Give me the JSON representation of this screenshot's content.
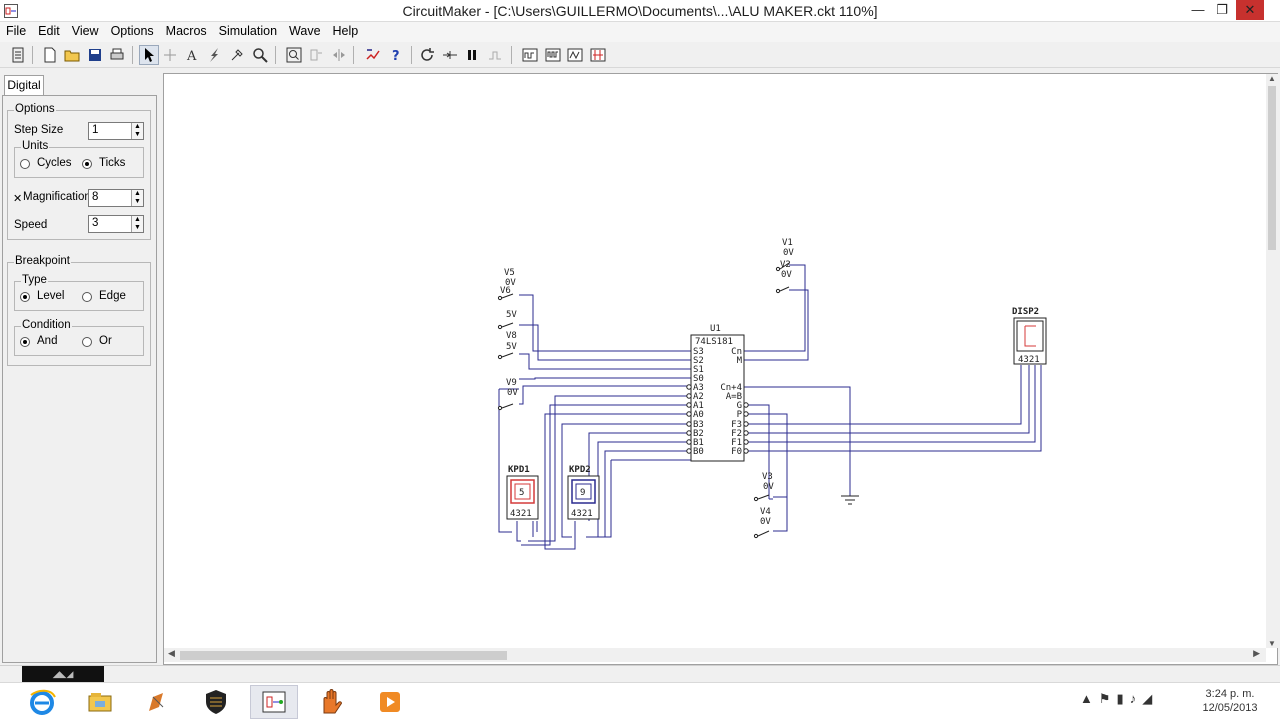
{
  "window": {
    "title": "CircuitMaker - [C:\\Users\\GUILLERMO\\Documents\\...\\ALU MAKER.ckt 110%]",
    "minimize": "—",
    "restore": "❐",
    "close": "✕"
  },
  "menu": [
    "File",
    "Edit",
    "View",
    "Options",
    "Macros",
    "Simulation",
    "Wave",
    "Help"
  ],
  "panel": {
    "tab": "Digital",
    "options": {
      "title": "Options",
      "step_size_label": "Step Size",
      "step_size_value": "1",
      "units_title": "Units",
      "unit_cycles": "Cycles",
      "unit_ticks": "Ticks",
      "magnification_label": "Magnification",
      "magnification_value": "8",
      "speed_label": "Speed",
      "speed_value": "3"
    },
    "breakpoint": {
      "title": "Breakpoint",
      "type_title": "Type",
      "type_level": "Level",
      "type_edge": "Edge",
      "condition_title": "Condition",
      "cond_and": "And",
      "cond_or": "Or"
    }
  },
  "schematic": {
    "u1": {
      "ref": "U1",
      "part": "74LS181",
      "left_pins": [
        "S3",
        "S2",
        "S1",
        "S0",
        "A3",
        "A2",
        "A1",
        "A0",
        "B3",
        "B2",
        "B1",
        "B0"
      ],
      "right_pins": [
        "Cn",
        "M",
        "Cn+4",
        "A=B",
        "G",
        "P",
        "F3",
        "F2",
        "F1",
        "F0"
      ]
    },
    "sources": [
      {
        "ref": "V1",
        "value": "0V"
      },
      {
        "ref": "V2",
        "value": "0V"
      },
      {
        "ref": "V5",
        "value": "0V"
      },
      {
        "ref": "V6",
        "value": "5V"
      },
      {
        "ref": "V8",
        "value": "5V"
      },
      {
        "ref": "V9",
        "value": "0V"
      },
      {
        "ref": "V3",
        "value": "0V"
      },
      {
        "ref": "V4",
        "value": "0V"
      }
    ],
    "kpd1": {
      "ref": "KPD1",
      "digit": "5",
      "pins": "4321"
    },
    "kpd2": {
      "ref": "KPD2",
      "digit": "9",
      "pins": "4321"
    },
    "disp2": {
      "ref": "DISP2",
      "pins": "4321"
    }
  },
  "taskbar": {
    "clock_time": "3:24 p. m.",
    "clock_date": "12/05/2013"
  },
  "colors": {
    "wire": "#2b2b8f",
    "close_button": "#c7312e",
    "kpd_digit": "#d43a3a"
  }
}
